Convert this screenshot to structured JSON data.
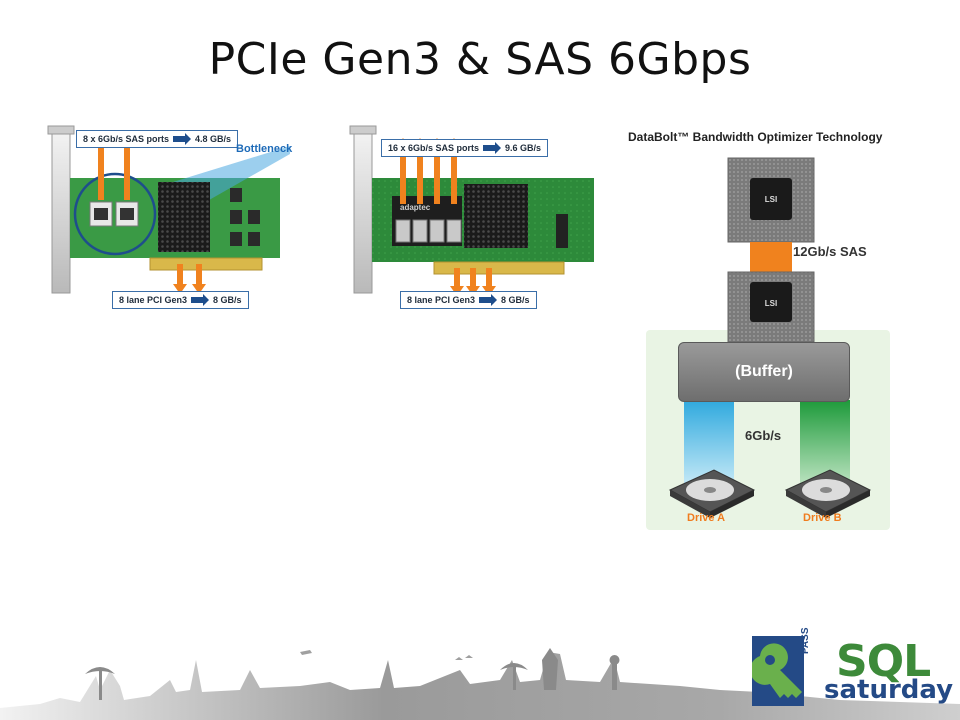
{
  "slide": {
    "title": "PCIe Gen3 & SAS 6Gbps"
  },
  "card_left": {
    "top_label_ports": "8 x 6Gb/s SAS ports",
    "top_label_speed": "4.8 GB/s",
    "bottom_label_lanes": "8 lane PCI Gen3",
    "bottom_label_speed": "8 GB/s",
    "callout": "Bottleneck"
  },
  "card_right": {
    "top_label_ports": "16 x 6Gb/s SAS ports",
    "top_label_speed": "9.6 GB/s",
    "bottom_label_lanes": "8 lane PCI Gen3",
    "bottom_label_speed": "8 GB/s",
    "chip_brand": "adaptec"
  },
  "databolt": {
    "title": "DataBolt™ Bandwidth Optimizer Technology",
    "chip_text": "LSI",
    "link_label": "12Gb/s SAS",
    "buffer_label": "(Buffer)",
    "drive_link_label": "6Gb/s",
    "drive_a": "Drive A",
    "drive_b": "Drive B",
    "colors": {
      "orange": "#f0821e",
      "blue": "#5bc4ea",
      "green": "#3bb54a",
      "panel": "#e9f4e4"
    }
  },
  "footer": {
    "logo_sql": "SQL",
    "logo_saturday": "saturday",
    "logo_pass": "PASS",
    "skyline": "skyline-silhouette"
  }
}
